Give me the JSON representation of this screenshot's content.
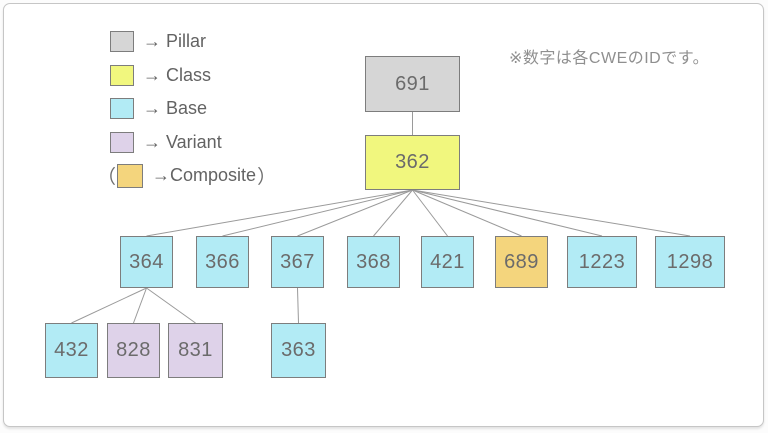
{
  "note": "※数字は各CWEのIDです。",
  "colors": {
    "pillar": "#d6d6d6",
    "class": "#f1f77e",
    "base": "#b2ebf5",
    "variant": "#ded2e9",
    "composite": "#f4d57d",
    "node_border": "#7d7d7d",
    "line": "#9a9a9a",
    "node_text": "#6b6b6b"
  },
  "legend": {
    "items": [
      {
        "type": "pillar",
        "label": "→ Pillar"
      },
      {
        "type": "class",
        "label": "→ Class"
      },
      {
        "type": "base",
        "label": "→ Base"
      },
      {
        "type": "variant",
        "label": "→ Variant"
      },
      {
        "type": "composite",
        "label": "→Composite",
        "paren_open": "（",
        "paren_close": "）"
      }
    ]
  },
  "tree": {
    "nodes": [
      {
        "id": "691",
        "type": "pillar"
      },
      {
        "id": "362",
        "type": "class"
      },
      {
        "id": "364",
        "type": "base"
      },
      {
        "id": "366",
        "type": "base"
      },
      {
        "id": "367",
        "type": "base"
      },
      {
        "id": "368",
        "type": "base"
      },
      {
        "id": "421",
        "type": "base"
      },
      {
        "id": "689",
        "type": "composite"
      },
      {
        "id": "1223",
        "type": "base"
      },
      {
        "id": "1298",
        "type": "base"
      },
      {
        "id": "432",
        "type": "base"
      },
      {
        "id": "828",
        "type": "variant"
      },
      {
        "id": "831",
        "type": "variant"
      },
      {
        "id": "363",
        "type": "base"
      }
    ],
    "edges": [
      [
        "691",
        "362"
      ],
      [
        "362",
        "364"
      ],
      [
        "362",
        "366"
      ],
      [
        "362",
        "367"
      ],
      [
        "362",
        "368"
      ],
      [
        "362",
        "421"
      ],
      [
        "362",
        "689"
      ],
      [
        "362",
        "1223"
      ],
      [
        "362",
        "1298"
      ],
      [
        "364",
        "432"
      ],
      [
        "364",
        "828"
      ],
      [
        "364",
        "831"
      ],
      [
        "367",
        "363"
      ]
    ]
  }
}
